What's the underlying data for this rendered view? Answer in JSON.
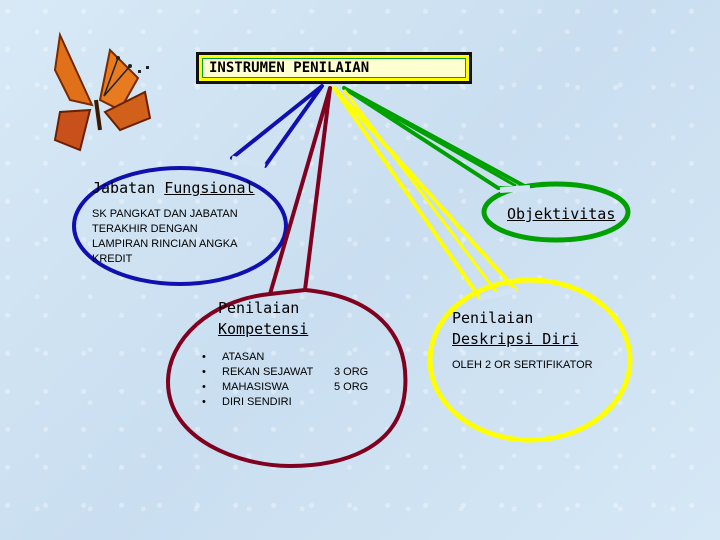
{
  "title": "INSTRUMEN PENILAIAN",
  "nodes": {
    "jabatan": {
      "title_a": "Jabatan ",
      "title_b": "Fungsional",
      "body_lines": [
        "SK PANGKAT DAN JABATAN",
        "TERAKHIR DENGAN",
        "LAMPIRAN RINCIAN ANGKA",
        "KREDIT"
      ],
      "color": "#1010b0"
    },
    "objektivitas": {
      "title": "Objektivitas",
      "color": "#00a000"
    },
    "kompetensi": {
      "title_line1": "Penilaian",
      "title_line2": "Kompetensi",
      "items": [
        {
          "label": "ATASAN",
          "count": ""
        },
        {
          "label": "REKAN SEJAWAT",
          "count": "3 ORG"
        },
        {
          "label": "MAHASISWA",
          "count": "5 ORG"
        },
        {
          "label": "DIRI SENDIRI",
          "count": ""
        }
      ],
      "color": "#800020"
    },
    "deskripsi": {
      "title_line1": "Penilaian",
      "title_line2": "Deskripsi Diri",
      "body": "OLEH 2 OR SERTIFIKATOR",
      "color": "#ffff00"
    }
  },
  "icon": "butterfly-icon"
}
